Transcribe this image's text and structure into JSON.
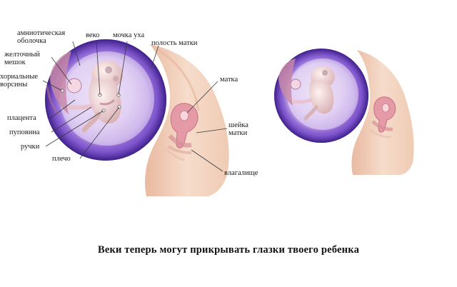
{
  "labels": {
    "amniotic_line1": "амниотическая",
    "amniotic_line2": "оболочка",
    "yolk_line1": "желточный",
    "yolk_line2": "мешок",
    "chorionic_line1": "хориальные",
    "chorionic_line2": "ворсины",
    "placenta": "плацента",
    "umbilical_cord": "пуповина",
    "hands": "ручки",
    "shoulder": "плечо",
    "eyelid": "веко",
    "ear_bud": "мочка уха",
    "uterine_cavity": "полость матки",
    "uterus": "матка",
    "cervix_line1": "шейка",
    "cervix_line2": "матки",
    "vagina": "влагалище"
  },
  "caption": "Веки теперь могут прикрывать глазки твоего ребенка",
  "colors": {
    "skin": "#f3d2bd",
    "skin_shadow": "#d9a98e",
    "amnion_purple": "#7a4fc8",
    "sac_inner": "#c9a9e8",
    "embryo": "#f2dcd6",
    "uterus_pink": "#e8a9b0"
  }
}
